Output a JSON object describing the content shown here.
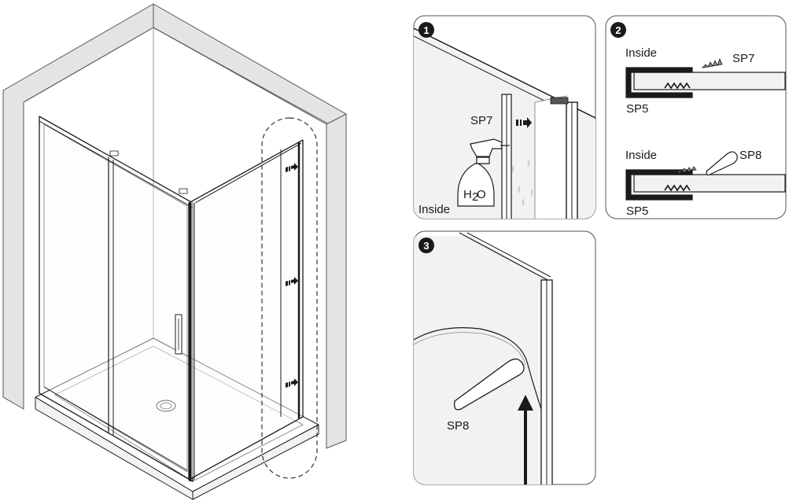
{
  "labels": {
    "panel1_part": "SP7",
    "panel1_side": "Inside",
    "panel1_bottle_text_h": "H",
    "panel1_bottle_text_sub": "2",
    "panel1_bottle_text_o": "O",
    "panel2_top_side": "Inside",
    "panel2_top_part_seal": "SP7",
    "panel2_top_part_profile": "SP5",
    "panel2_bottom_side": "Inside",
    "panel2_bottom_part_tool": "SP8",
    "panel2_bottom_part_profile": "SP5",
    "panel3_part": "SP8"
  },
  "steps": [
    "1",
    "2",
    "3"
  ],
  "icons": {
    "spray_bottle": "spray-bottle-icon",
    "push_arrow": "push-arrow-icon",
    "install_tool": "sp8-tool-icon"
  },
  "colors": {
    "line": "#1a1a1a",
    "wall": "#e4e4e4",
    "panel_fill": "#f2f2f2",
    "glass": "#f6f6f6",
    "water": "#c8d2dc"
  }
}
